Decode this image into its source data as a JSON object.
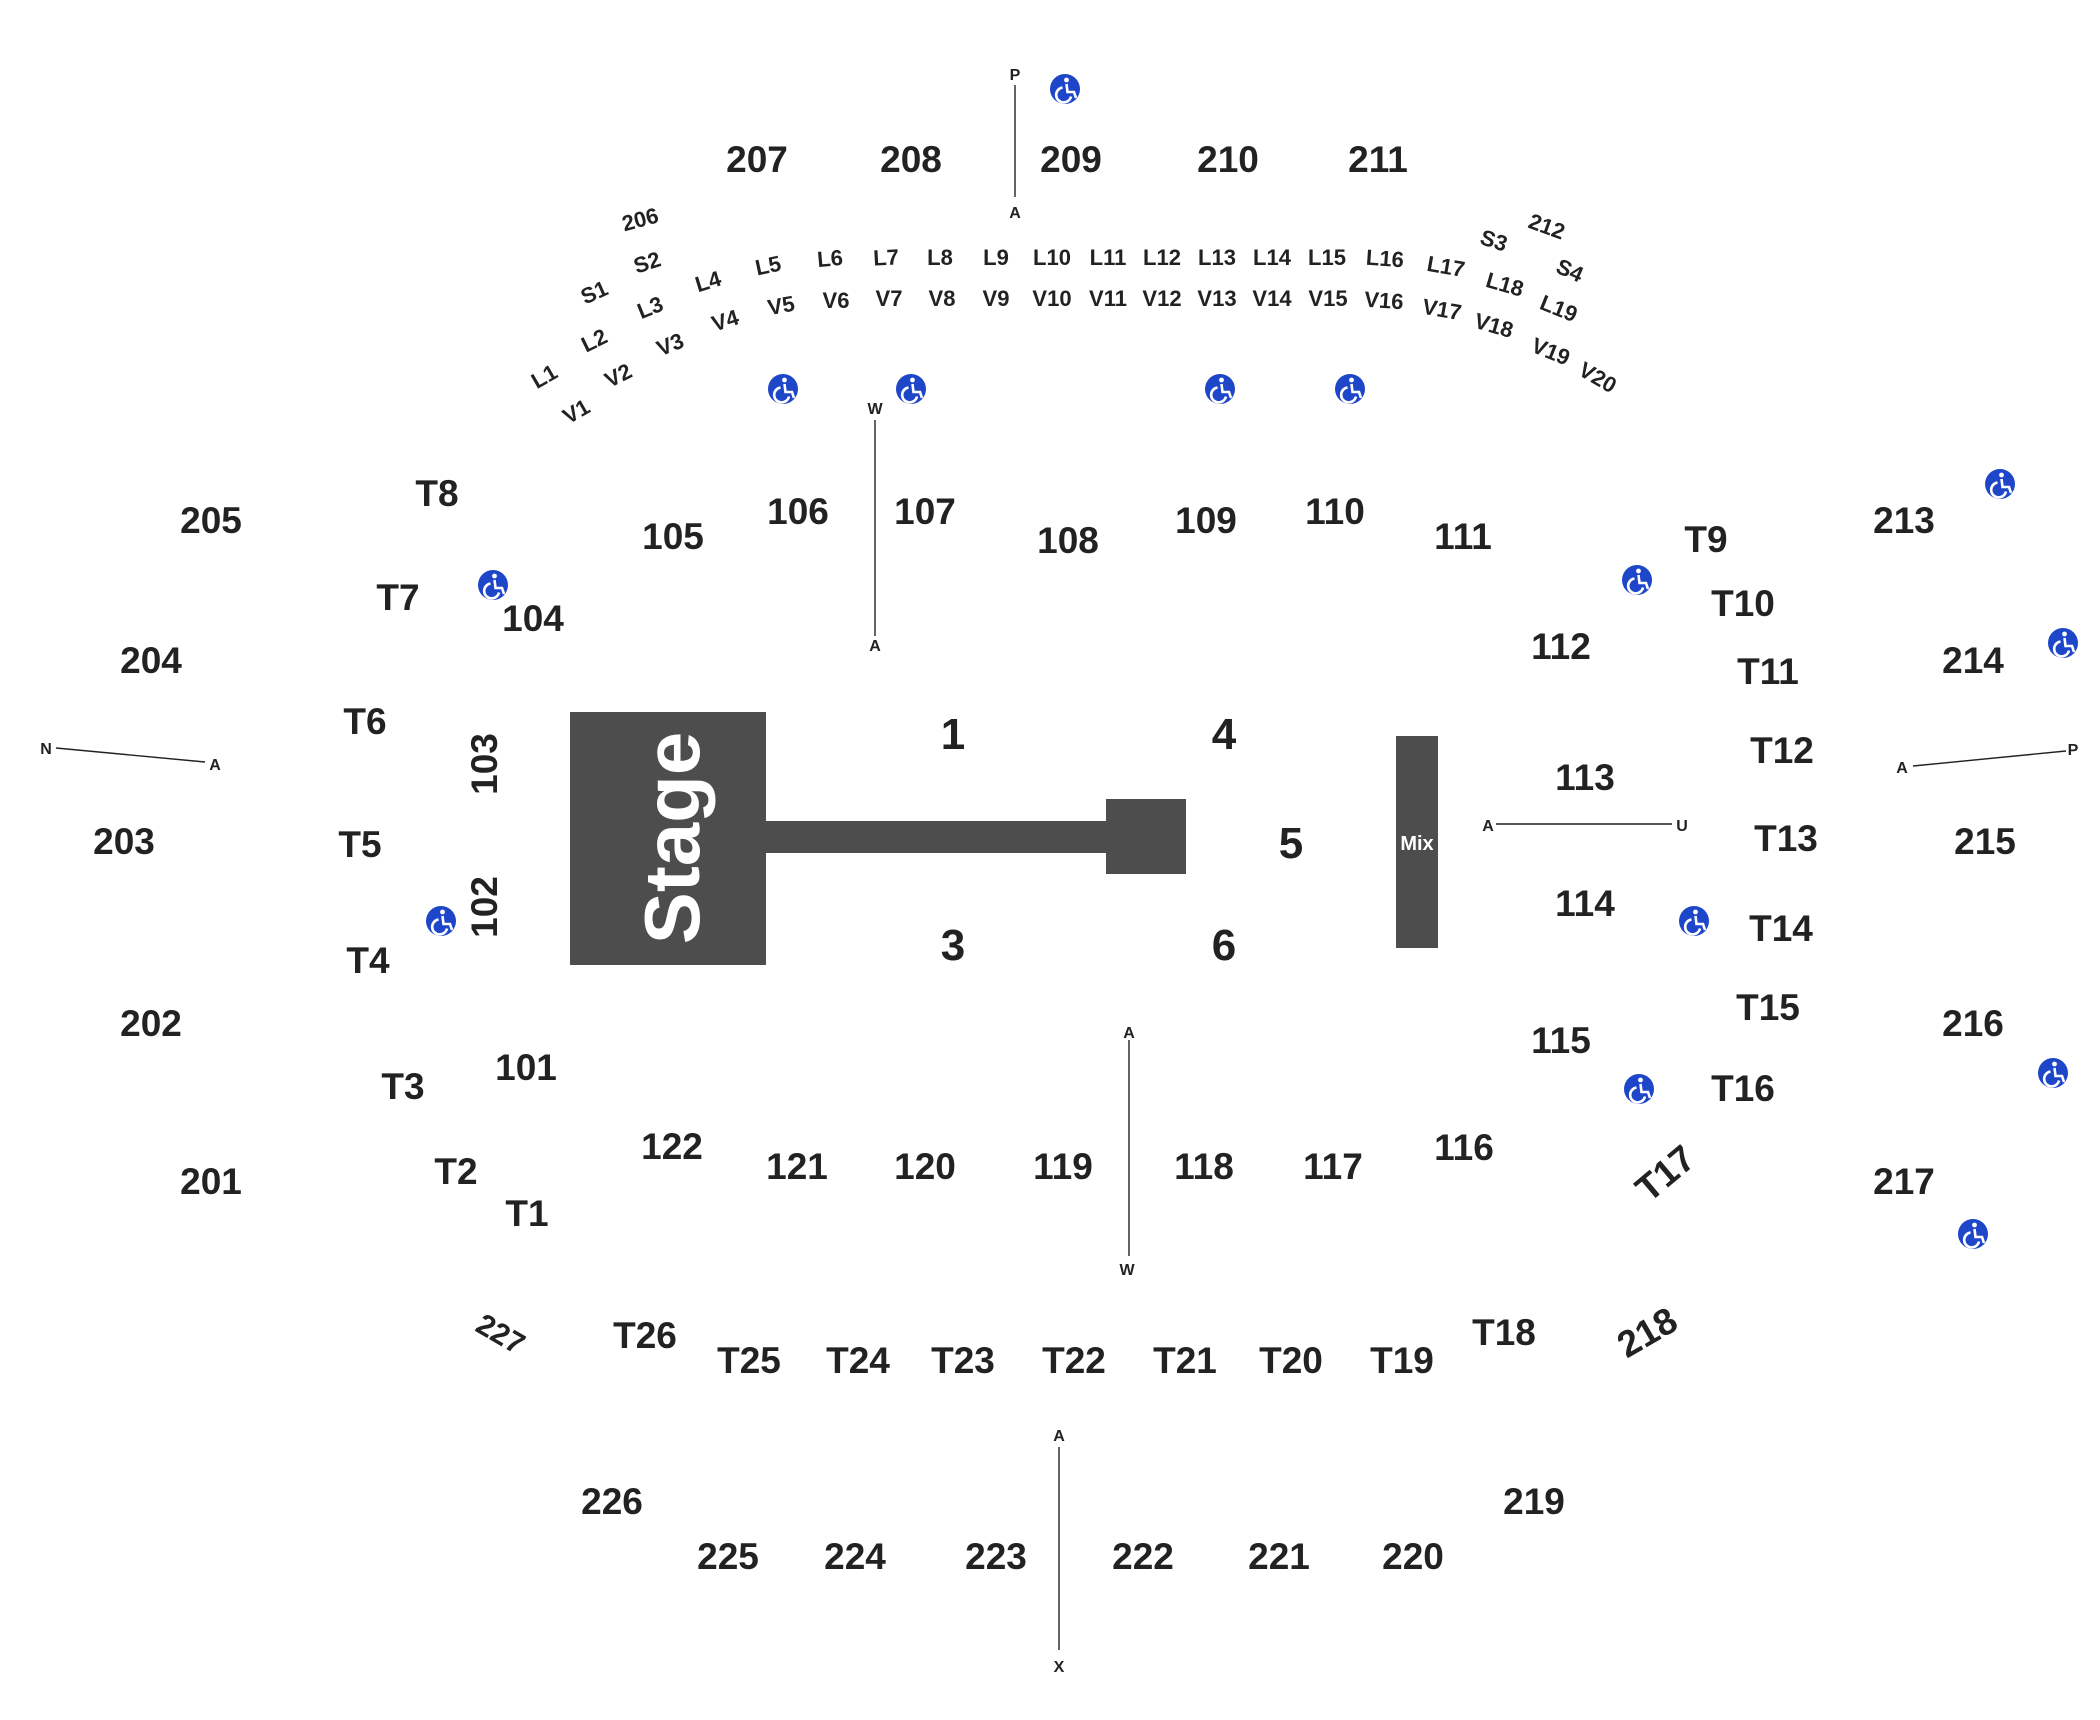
{
  "stage": {
    "label": "Stage"
  },
  "mix": {
    "label": "Mix"
  },
  "colors": {
    "venue_fill": "#4d4d4d",
    "accessible_icon": "#1e46c8",
    "label_text": "#222222"
  },
  "icons": {
    "accessible_seating": "wheelchair-icon"
  },
  "floor_sections": [
    "1",
    "3",
    "4",
    "5",
    "6"
  ],
  "sections_100": [
    "101",
    "102",
    "103",
    "104",
    "105",
    "106",
    "107",
    "108",
    "109",
    "110",
    "111",
    "112",
    "113",
    "114",
    "115",
    "116",
    "117",
    "118",
    "119",
    "120",
    "121",
    "122"
  ],
  "sections_200": [
    "201",
    "202",
    "203",
    "204",
    "205",
    "206",
    "207",
    "208",
    "209",
    "210",
    "211",
    "212",
    "213",
    "214",
    "215",
    "216",
    "217",
    "218",
    "219",
    "220",
    "221",
    "222",
    "223",
    "224",
    "225",
    "226",
    "227"
  ],
  "tables": [
    "T1",
    "T2",
    "T3",
    "T4",
    "T5",
    "T6",
    "T7",
    "T8",
    "T9",
    "T10",
    "T11",
    "T12",
    "T13",
    "T14",
    "T15",
    "T16",
    "T17",
    "T18",
    "T19",
    "T20",
    "T21",
    "T22",
    "T23",
    "T24",
    "T25",
    "T26"
  ],
  "l_rows": [
    "L1",
    "L2",
    "L3",
    "L4",
    "L5",
    "L6",
    "L7",
    "L8",
    "L9",
    "L10",
    "L11",
    "L12",
    "L13",
    "L14",
    "L15",
    "L16",
    "L17",
    "L18",
    "L19"
  ],
  "v_rows": [
    "V1",
    "V2",
    "V3",
    "V4",
    "V5",
    "V6",
    "V7",
    "V8",
    "V9",
    "V10",
    "V11",
    "V12",
    "V13",
    "V14",
    "V15",
    "V16",
    "V17",
    "V18",
    "V19",
    "V20"
  ],
  "s_rows": [
    "S1",
    "S2",
    "S3",
    "S4"
  ],
  "aisle_markers": {
    "top_p": "P",
    "top_a": "A",
    "upper_w": "W",
    "upper_a": "A",
    "left_n": "N",
    "left_a": "A",
    "right_a": "A",
    "right_p": "P",
    "center_a": "A",
    "center_u": "U",
    "lower_a": "A",
    "lower_w": "W",
    "bottom_a": "A",
    "bottom_x": "X"
  }
}
